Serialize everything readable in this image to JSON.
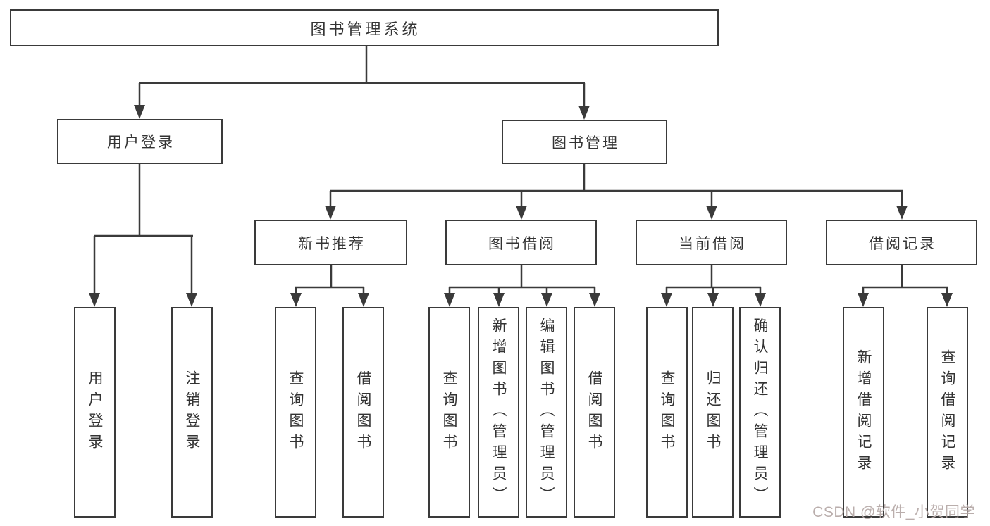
{
  "diagram": {
    "root": "图书管理系统",
    "level2": {
      "user_login": "用户登录",
      "book_mgmt": "图书管理"
    },
    "level3": {
      "new_books": "新书推荐",
      "book_borrow": "图书借阅",
      "current_borrow": "当前借阅",
      "borrow_records": "借阅记录"
    },
    "leaves": {
      "user_login": "用户登录",
      "logout": "注销登录",
      "nb_query": "查询图书",
      "nb_borrow": "借阅图书",
      "bb_query": "查询图书",
      "bb_add": "新增图书（管理员）",
      "bb_edit": "编辑图书（管理员）",
      "bb_borrow": "借阅图书",
      "cb_query": "查询图书",
      "cb_return": "归还图书",
      "cb_confirm": "确认归还（管理员）",
      "br_add": "新增借阅记录",
      "br_query": "查询借阅记录"
    }
  },
  "watermark": "CSDN @软件_小贺同学",
  "colors": {
    "line": "#3a3a3a",
    "box_border": "#3a3a3a",
    "text": "#333333",
    "watermark": "#b5a8a6",
    "background": "#ffffff"
  }
}
